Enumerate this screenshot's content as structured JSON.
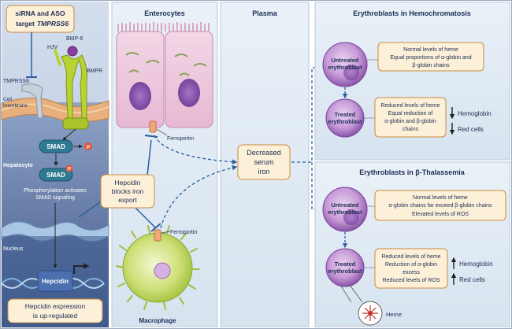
{
  "hepatocyte_panel": {
    "aso_label_line1": "siRNA and ASO",
    "aso_label_line2": "target",
    "aso_label_target": "TMPRSS6",
    "bmp6": "BMP-6",
    "hjv": "HJV",
    "tmprss6": "TMPRSS6",
    "bmpr": "BMPR",
    "cell_membrane_line1": "Cell",
    "cell_membrane_line2": "membrane",
    "smad": "SMAD",
    "phospho": "P",
    "hepatocyte": "Hepatocyte",
    "phospho_text_line1": "Phosphorylation activates",
    "phospho_text_line2": "SMAD signaling",
    "nucleus": "Nucleus",
    "hepcidin": "Hepcidin",
    "expression_line1": "Hepcidin expression",
    "expression_line2": "is up-regulated"
  },
  "center": {
    "enterocytes": "Enterocytes",
    "plasma": "Plasma",
    "ferroportin_top": "Ferroportin",
    "ferroportin_bottom": "Ferroportin",
    "macrophage": "Macrophage",
    "blocks_line1": "Hepcidin",
    "blocks_line2": "blocks iron",
    "blocks_line3": "export",
    "serum_line1": "Decreased",
    "serum_line2": "serum",
    "serum_line3": "iron"
  },
  "hemochromatosis": {
    "title": "Erythroblasts in Hemochromatosis",
    "untreated_line1": "Untreated",
    "untreated_line2": "erythroblast",
    "untreated_box_line1": "Normal levels of heme",
    "untreated_box_line2": "Equal proportions of α-globin and",
    "untreated_box_line3": "β-globin chains",
    "treated_line1": "Treated",
    "treated_line2": "erythroblast",
    "treated_box_line1": "Reduced levels of heme",
    "treated_box_line2": "Equal reduction of",
    "treated_box_line3": "α-globin and β-globin",
    "treated_box_line4": "chains",
    "outcome1": "Hemoglobin",
    "outcome2": "Red cells"
  },
  "thalassemia": {
    "title": "Erythroblasts in β-Thalassemia",
    "untreated_line1": "Untreated",
    "untreated_line2": "erythroblast",
    "untreated_box_line1": "Normal levels of heme",
    "untreated_box_line2": "α-globin chains far exceed β-globin chains",
    "untreated_box_line3": "Elevated levels of ROS",
    "treated_line1": "Treated",
    "treated_line2": "erythroblast",
    "treated_box_line1": "Reduced levels of heme",
    "treated_box_line2": "Reduction of α-globin",
    "treated_box_line3": "excess",
    "treated_box_line4": "Reduced levels of ROS",
    "outcome1": "Hemoglobin",
    "outcome2": "Red cells",
    "heme": "Heme"
  },
  "colors": {
    "left_bg": "#5a6f9a",
    "panel_bg": "#dfeaf4",
    "label_box": "#fdf0d9",
    "label_border": "#c98a3e",
    "smad": "#2f7a93",
    "phospho": "#e2553b",
    "receptor": "#b8d234",
    "cell_purple": "#7a3f9e",
    "arrow_blue": "#2a5f9e"
  }
}
